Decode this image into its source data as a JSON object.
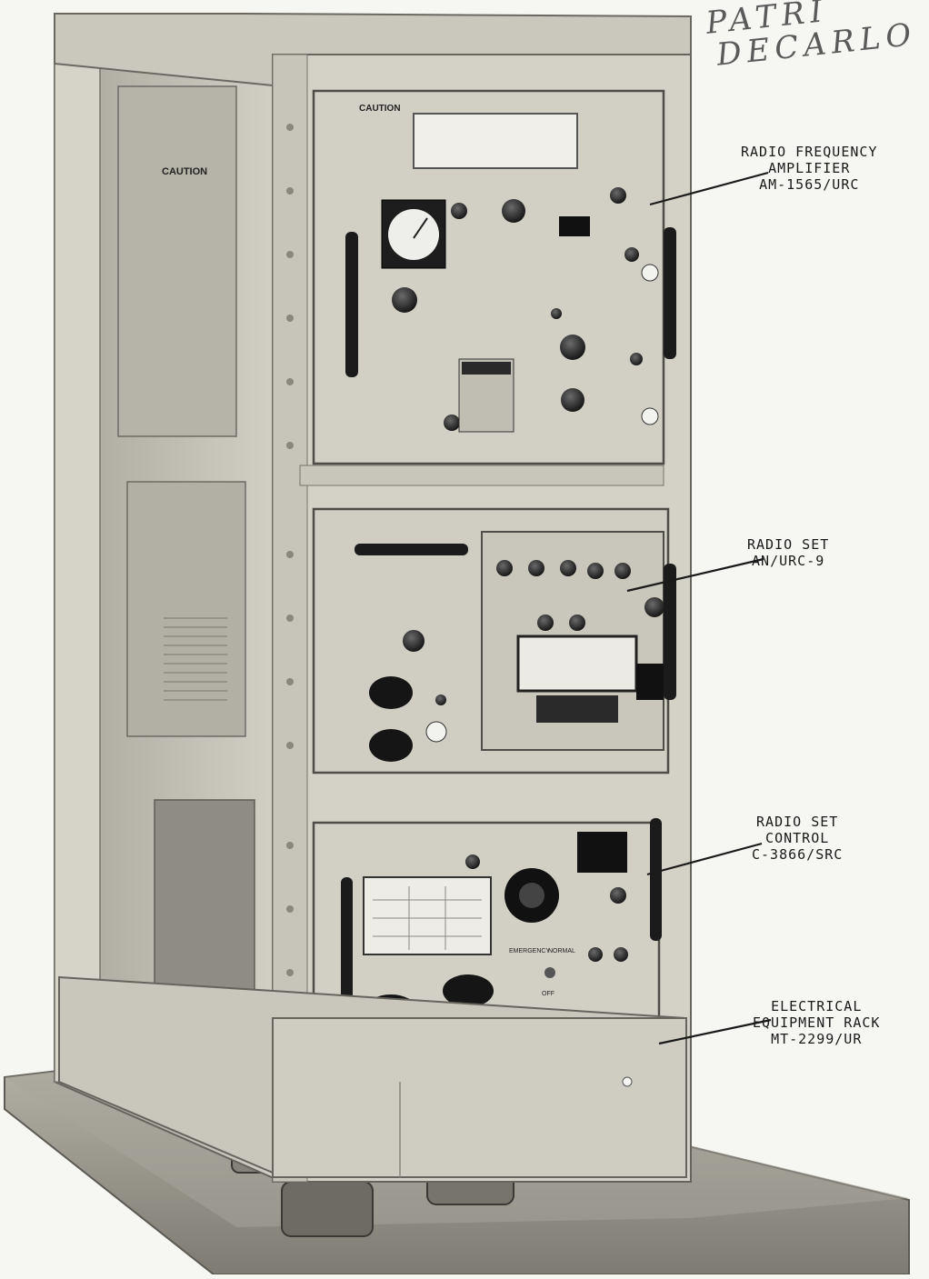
{
  "handwritten_note": [
    "PATRI",
    "DECARLO"
  ],
  "equipment_labels": {
    "caution_panel": "CAUTION",
    "caution_side": "CAUTION",
    "switch_emergency": "EMERGENCY",
    "switch_normal": "NORMAL",
    "switch_off": "OFF"
  },
  "callouts": [
    {
      "lines": [
        "RADIO FREQUENCY",
        "AMPLIFIER",
        "AM-1565/URC"
      ]
    },
    {
      "lines": [
        "RADIO SET",
        "AN/URC-9"
      ]
    },
    {
      "lines": [
        "RADIO SET",
        "CONTROL",
        "C-3866/SRC"
      ]
    },
    {
      "lines": [
        "ELECTRICAL",
        "EQUIPMENT RACK",
        "MT-2299/UR"
      ]
    }
  ],
  "colors": {
    "paper": "#f6f6f3",
    "rack_light": "#d9d7cf",
    "rack_mid": "#c2bfb5",
    "rack_dark": "#8f8c82",
    "panel": "#cfccc2",
    "ink": "#1a1a1a"
  }
}
